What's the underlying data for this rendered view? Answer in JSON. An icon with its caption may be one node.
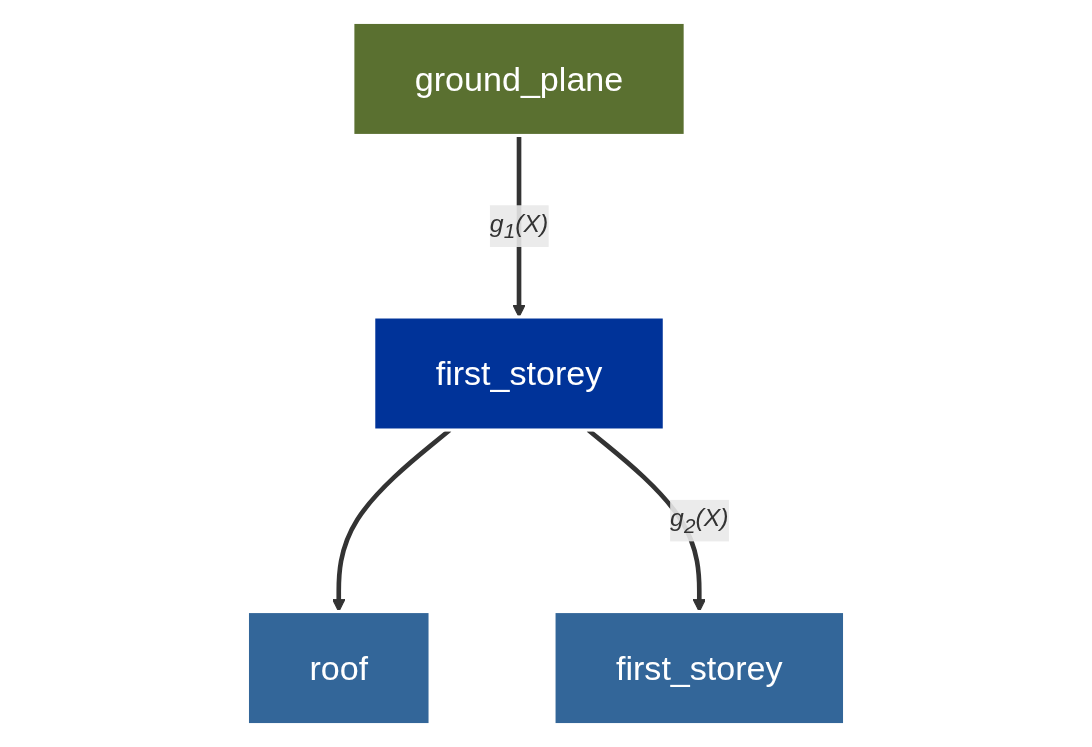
{
  "diagram": {
    "nodes": [
      {
        "text": [
          "ground_plane"
        ]
      },
      {
        "text": [
          "first_storey"
        ]
      },
      {
        "text": [
          "roof"
        ]
      },
      {
        "text": [
          "first_storey"
        ]
      }
    ],
    "edges": [
      {
        "from": 0,
        "to": 1,
        "arrow": "to",
        "label": "g$_{1}$(X)"
      },
      {
        "from": 1,
        "to": 2,
        "arrow": "to"
      },
      {
        "from": 1,
        "to": 3,
        "arrow": "to",
        "label": "g$_{2}$(X)"
      }
    ]
  }
}
